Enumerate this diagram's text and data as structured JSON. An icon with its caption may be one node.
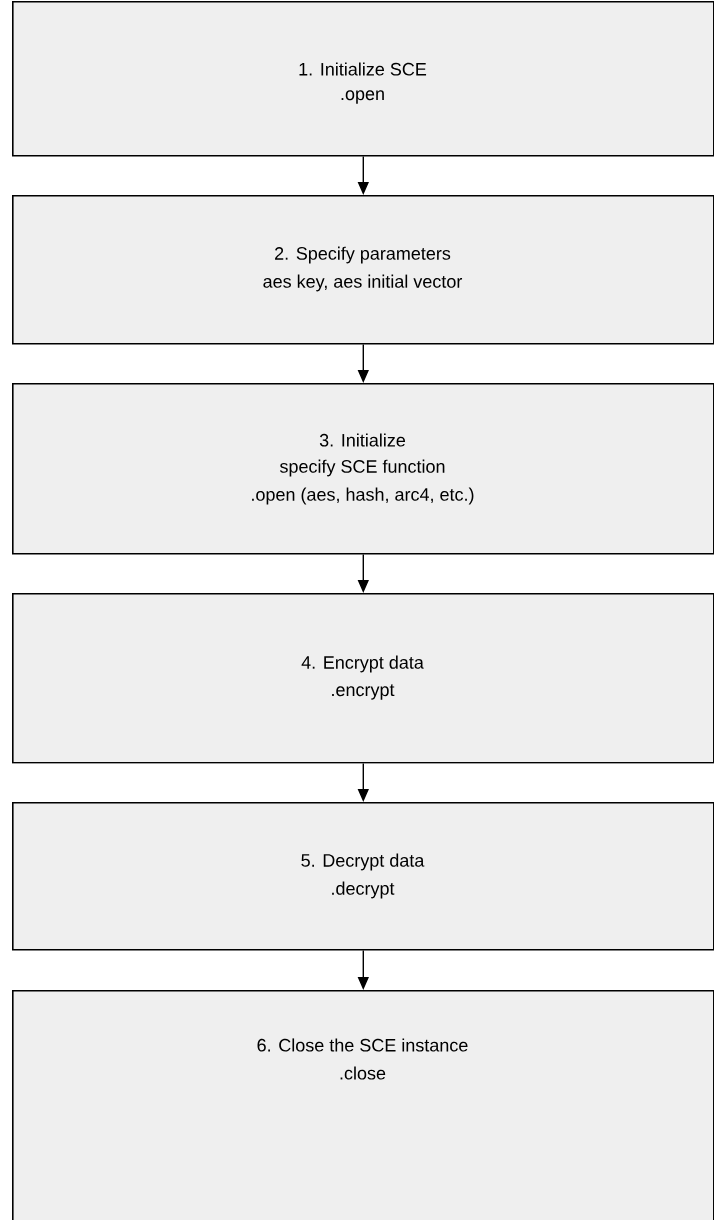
{
  "diagram": {
    "nodes": [
      {
        "text": [
          "1.  Initialize SCE",
          ".open"
        ]
      },
      {
        "text": [
          "2.  Specify parameters",
          "aes key, aes initial vector"
        ]
      },
      {
        "text": [
          "3.    Initialize",
          "specify SCE function",
          ".open (aes, hash, arc4, etc.)"
        ]
      },
      {
        "text": [
          "4.  Encrypt data",
          ".encrypt"
        ]
      },
      {
        "text": [
          "5.  Decrypt data",
          ".decrypt"
        ]
      },
      {
        "text": [
          "6.  Close the SCE instance",
          ".close"
        ]
      }
    ],
    "edges": [
      {
        "from": 0,
        "to": 1,
        "arrow": "to"
      },
      {
        "from": 1,
        "to": 2,
        "arrow": "to"
      },
      {
        "from": 2,
        "to": 3,
        "arrow": "to"
      },
      {
        "from": 3,
        "to": 4,
        "arrow": "to"
      },
      {
        "from": 4,
        "to": 5,
        "arrow": "to"
      }
    ]
  }
}
